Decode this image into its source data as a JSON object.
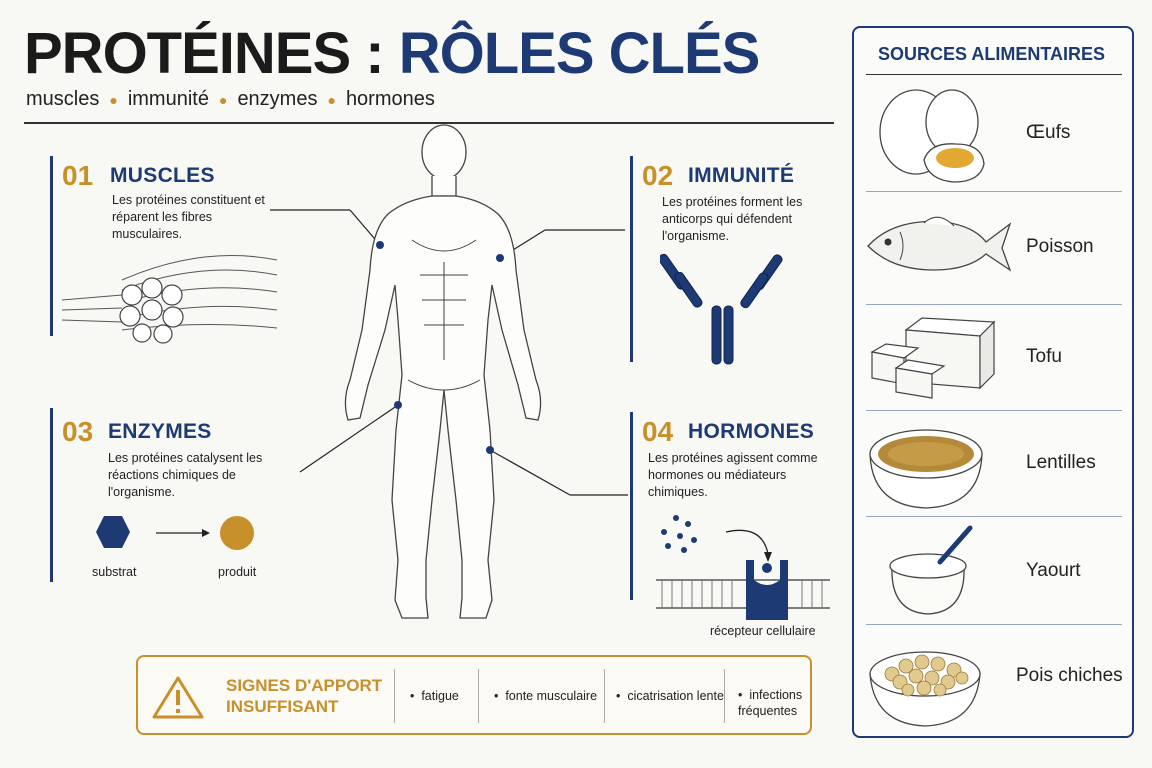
{
  "header": {
    "title_part1": "PROTÉINES :",
    "title_part2": "RÔLES CLÉS",
    "keywords": [
      "muscles",
      "immunité",
      "enzymes",
      "hormones"
    ]
  },
  "sections": [
    {
      "number": "01",
      "heading": "MUSCLES",
      "text": "Les protéines constituent et réparent les fibres musculaires."
    },
    {
      "number": "02",
      "heading": "IMMUNITÉ",
      "text": "Les protéines forment les anticorps qui défendent l'organisme."
    },
    {
      "number": "03",
      "heading": "ENZYMES",
      "text": "Les protéines catalysent les réactions chimiques de l'organisme.",
      "label_left": "substrat",
      "label_right": "produit"
    },
    {
      "number": "04",
      "heading": "HORMONES",
      "text": "Les protéines agissent comme hormones ou médiateurs chimiques.",
      "label": "récepteur cellulaire"
    }
  ],
  "warning": {
    "title": "SIGNES D'APPORT INSUFFISANT",
    "items": [
      "fatigue",
      "fonte musculaire",
      "cicatrisation lente",
      "infections fréquentes"
    ]
  },
  "sidebar": {
    "title": "SOURCES ALIMENTAIRES",
    "foods": [
      "Œufs",
      "Poisson",
      "Tofu",
      "Lentilles",
      "Yaourt",
      "Pois chiches"
    ]
  },
  "colors": {
    "navy": "#1d3a75",
    "gold": "#c8902a",
    "ink": "#1b1b1b"
  }
}
